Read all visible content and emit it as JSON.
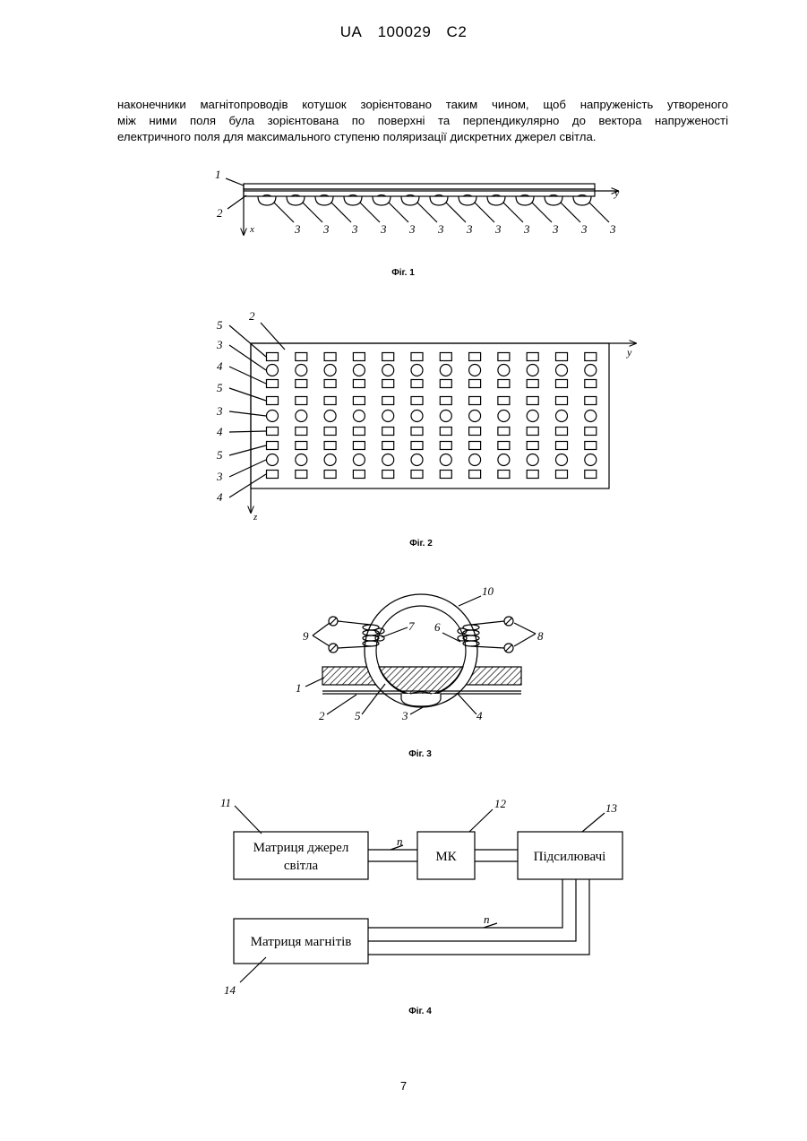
{
  "header": {
    "country": "UA",
    "number": "100029",
    "kind": "C2"
  },
  "paragraph": [
    "наконечники магнітопроводів котушок зорієнтовано таким чином, щоб напруженість утвореного",
    "між ними поля була зорієнтована по поверхні та перпендикулярно до вектора напруженості",
    "електричного поля для максимального ступеню поляризації дискретних джерел світла."
  ],
  "figures": {
    "fig1": {
      "caption": "Фіг. 1",
      "label_1": "1",
      "label_2": "2",
      "label_3": "3",
      "axis_y": "y",
      "axis_x": "x"
    },
    "fig2": {
      "caption": "Фіг. 2",
      "label_2": "2",
      "side_labels": [
        "5",
        "3",
        "4",
        "5",
        "3",
        "4",
        "5",
        "3",
        "4"
      ],
      "axis_y": "y",
      "axis_z": "z"
    },
    "fig3": {
      "caption": "Фіг. 3",
      "labels": {
        "l10": "10",
        "l9": "9",
        "l7": "7",
        "l6": "6",
        "l8": "8",
        "l1": "1",
        "l2": "2",
        "l5": "5",
        "l3": "3",
        "l4": "4"
      }
    },
    "fig4": {
      "caption": "Фіг. 4",
      "block_matrix_light_line1": "Матриця джерел",
      "block_matrix_light_line2": "світла",
      "block_mk": "МК",
      "block_amplifiers": "Підсилювачі",
      "block_matrix_magnets": "Матриця магнітів",
      "label_11": "11",
      "label_12": "12",
      "label_13": "13",
      "label_14": "14",
      "bus_label": "n"
    }
  },
  "page_number": "7"
}
